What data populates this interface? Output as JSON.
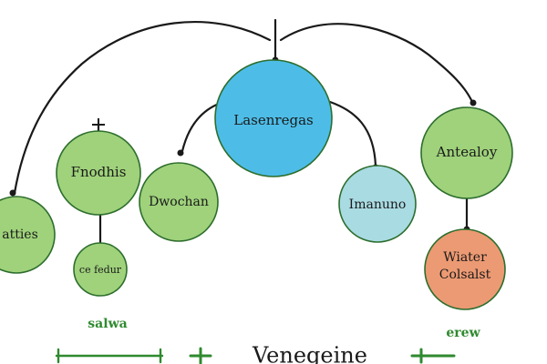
{
  "colors": {
    "line": "#1a1a1a",
    "node_green": "#9fd27b",
    "node_blue": "#4dbde8",
    "node_lightblue": "#a9dbe3",
    "node_orange": "#ec9a73",
    "node_stroke": "#2d6e2d",
    "accent_green": "#2f8a2f"
  },
  "nodes": {
    "center": "Lasenregas",
    "left_top": "Fnodhis",
    "left_edge": "atties",
    "left_small": "ce fedur",
    "mid_left": "Dwochan",
    "mid_right": "Imanuno",
    "right_top": "Antealoy",
    "right_orange_line1": "Wiater",
    "right_orange_line2": "Colsalst"
  },
  "annotations": {
    "left_bottom": "salwa",
    "right_bottom": "erew"
  },
  "footer": {
    "title": "Venegeine"
  }
}
